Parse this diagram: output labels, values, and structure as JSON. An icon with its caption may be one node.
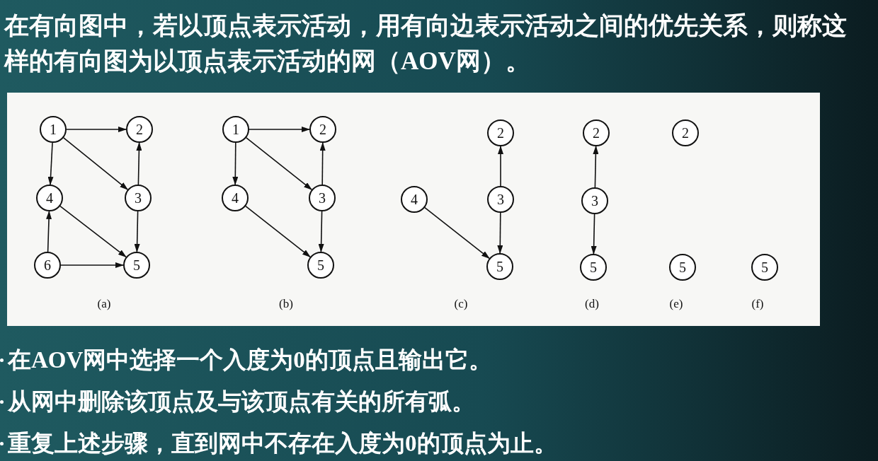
{
  "diagram": {
    "nodes": [
      {
        "text": [
          "1"
        ]
      },
      {
        "text": [
          "2"
        ]
      },
      {
        "text": [
          "4"
        ]
      },
      {
        "text": [
          "3"
        ]
      },
      {
        "text": [
          "6"
        ]
      },
      {
        "text": [
          "5"
        ]
      },
      {
        "text": [
          "1"
        ]
      },
      {
        "text": [
          "2"
        ]
      },
      {
        "text": [
          "4"
        ]
      },
      {
        "text": [
          "3"
        ]
      },
      {
        "text": [
          "5"
        ]
      },
      {
        "text": [
          "2"
        ]
      },
      {
        "text": [
          "4"
        ]
      },
      {
        "text": [
          "3"
        ]
      },
      {
        "text": [
          "5"
        ]
      },
      {
        "text": [
          "2"
        ]
      },
      {
        "text": [
          "3"
        ]
      },
      {
        "text": [
          "5"
        ]
      },
      {
        "text": [
          "2"
        ]
      },
      {
        "text": [
          "5"
        ]
      },
      {
        "text": [
          "5"
        ]
      }
    ],
    "edges": [
      {
        "from": 0,
        "to": 1,
        "arrow": "to"
      },
      {
        "from": 0,
        "to": 2,
        "arrow": "to"
      },
      {
        "from": 0,
        "to": 3,
        "arrow": "to"
      },
      {
        "from": 3,
        "to": 1,
        "arrow": "to"
      },
      {
        "from": 2,
        "to": 5,
        "arrow": "to"
      },
      {
        "from": 3,
        "to": 5,
        "arrow": "to"
      },
      {
        "from": 4,
        "to": 2,
        "arrow": "to"
      },
      {
        "from": 4,
        "to": 5,
        "arrow": "to"
      },
      {
        "from": 6,
        "to": 7,
        "arrow": "to"
      },
      {
        "from": 6,
        "to": 8,
        "arrow": "to"
      },
      {
        "from": 6,
        "to": 9,
        "arrow": "to"
      },
      {
        "from": 9,
        "to": 7,
        "arrow": "to"
      },
      {
        "from": 8,
        "to": 10,
        "arrow": "to"
      },
      {
        "from": 9,
        "to": 10,
        "arrow": "to"
      },
      {
        "from": 13,
        "to": 11,
        "arrow": "to"
      },
      {
        "from": 12,
        "to": 14,
        "arrow": "to"
      },
      {
        "from": 13,
        "to": 14,
        "arrow": "to"
      },
      {
        "from": 16,
        "to": 15,
        "arrow": "to"
      },
      {
        "from": 16,
        "to": 17,
        "arrow": "to"
      }
    ],
    "labels": [
      "在有向图中，若以顶点表示活动，用有向边表示活动之间的优先关系，则称这样的有向图为以顶点表示活动的网（AOV网）。",
      "(a)",
      "(b)",
      "(c)",
      "(d)",
      "(e)",
      "(f)",
      "在AOV网中选择一个入度为0的顶点且输出它。",
      "从网中删除该顶点及与该顶点有关的所有弧。",
      "重复上述步骤，直到网中不存在入度为0的顶点为止。"
    ]
  }
}
